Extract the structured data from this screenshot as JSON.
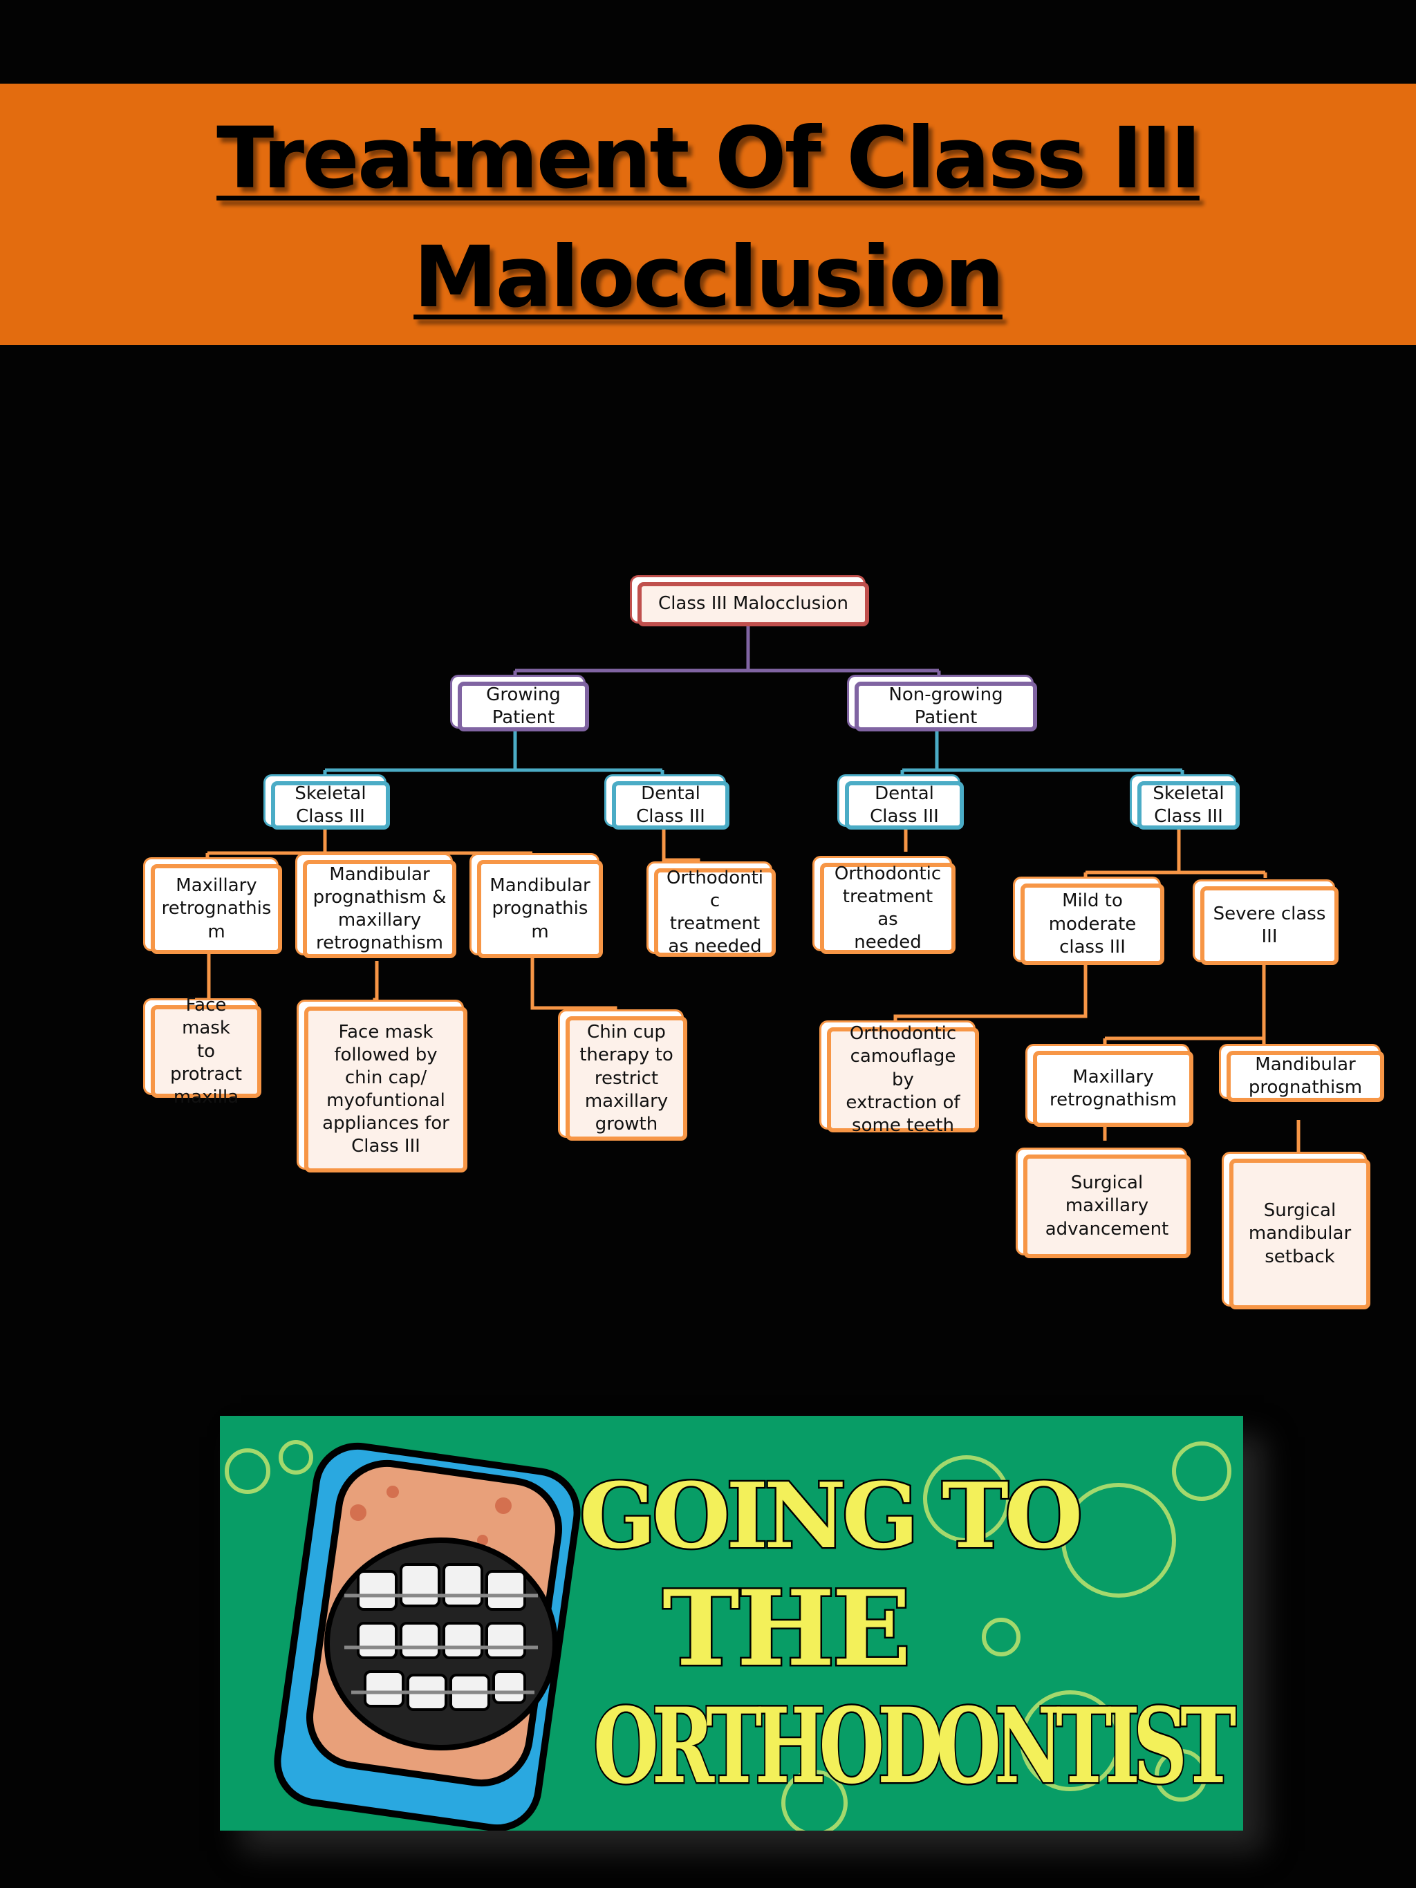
{
  "title": {
    "line1": "Treatment Of Class III",
    "line2": "Malocclusion"
  },
  "diagram": {
    "root": "Class III Malocclusion",
    "growing": "Growing\nPatient",
    "non_growing": "Non-growing\nPatient",
    "growing_skeletal": "Skeletal\nClass III",
    "growing_dental": "Dental\nClass III",
    "nongrowing_dental": "Dental\nClass III",
    "nongrowing_skeletal": "Skeletal\nClass III",
    "g_maxillary_retro": "Maxillary\nretrognathis\nm",
    "g_mand_prog_max_retro": "Mandibular\nprognathism &\nmaxillary\nretrognathism",
    "g_mand_prog": "Mandibular\nprognathis\nm",
    "g_dental_tx": "Orthodonti\nc treatment\nas needed",
    "ng_dental_tx": "Orthodontic\ntreatment as\nneeded",
    "ng_mild": "Mild to\nmoderate\nclass III",
    "ng_severe": "Severe class\nIII",
    "face_mask": "Face mask\nto protract\nmaxilla",
    "face_mask_chin": "Face mask\nfollowed by\nchin cap/\nmyofuntional\nappliances for\nClass III",
    "chin_cup": "Chin cup\ntherapy to\nrestrict\nmaxillary\ngrowth",
    "camouflage": "Orthodontic\ncamouflage by\nextraction of\nsome teeth",
    "sev_max_retro": "Maxillary\nretrognathism",
    "sev_mand_prog": "Mandibular\nprognathism",
    "surgical_max": "Surgical\nmaxillary\nadvancement",
    "surgical_mand": "Surgical\nmandibular\nsetback"
  },
  "colors": {
    "banner": "#e36c0f",
    "root_border": "#c0504d",
    "level1_border": "#8064a2",
    "level2_border": "#4bacc6",
    "leaf_border": "#f79646",
    "footer_bg": "#089d66"
  },
  "footer_image": {
    "logo_text": [
      "GOING TO",
      "THE",
      "ORTHODONTIST"
    ],
    "icon": "braces-face-icon"
  }
}
